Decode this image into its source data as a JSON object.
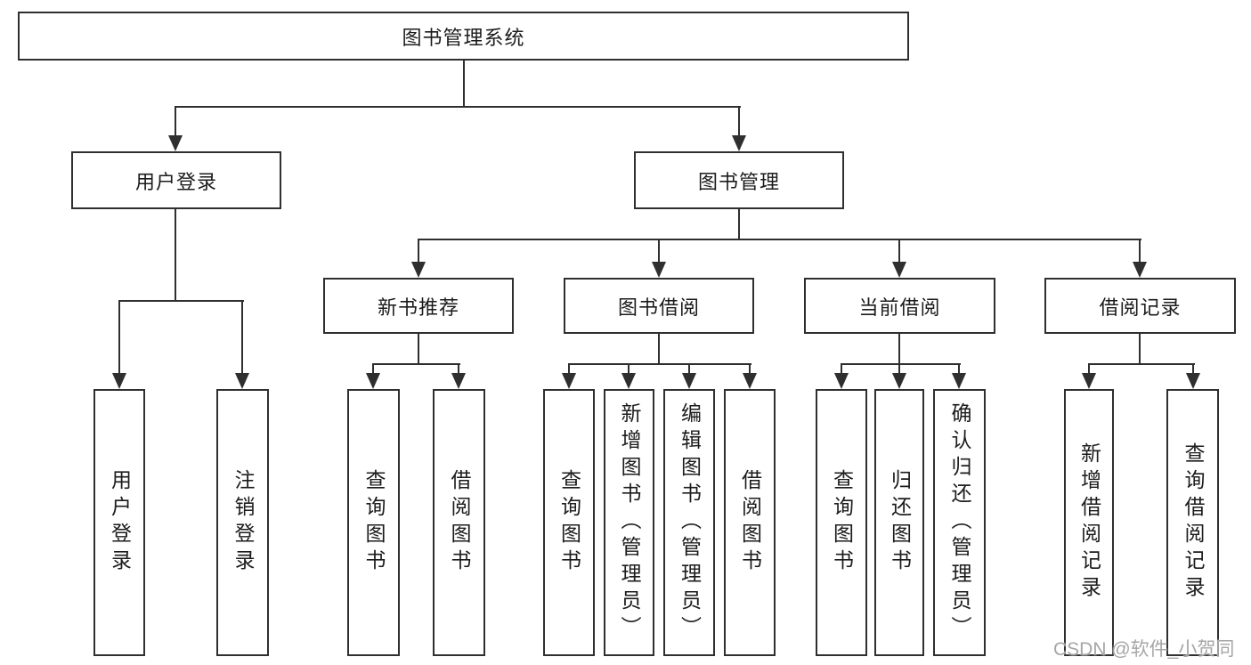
{
  "colors": {
    "line": "#2f2f2f",
    "text": "#1c1c1c",
    "watermark": "#a6a6a6",
    "background": "#ffffff"
  },
  "diagram": {
    "root": "图书管理系统",
    "branches": [
      {
        "label": "用户登录",
        "leaves": [
          "用户登录",
          "注销登录"
        ]
      },
      {
        "label": "图书管理",
        "groups": [
          {
            "label": "新书推荐",
            "leaves": [
              "查询图书",
              "借阅图书"
            ]
          },
          {
            "label": "图书借阅",
            "leaves": [
              "查询图书",
              "新增图书（管理员）",
              "编辑图书（管理员）",
              "借阅图书"
            ]
          },
          {
            "label": "当前借阅",
            "leaves": [
              "查询图书",
              "归还图书",
              "确认归还（管理员）"
            ]
          },
          {
            "label": "借阅记录",
            "leaves": [
              "新增借阅记录",
              "查询借阅记录"
            ]
          }
        ]
      }
    ]
  },
  "watermark": "CSDN @软件_小贺同学"
}
